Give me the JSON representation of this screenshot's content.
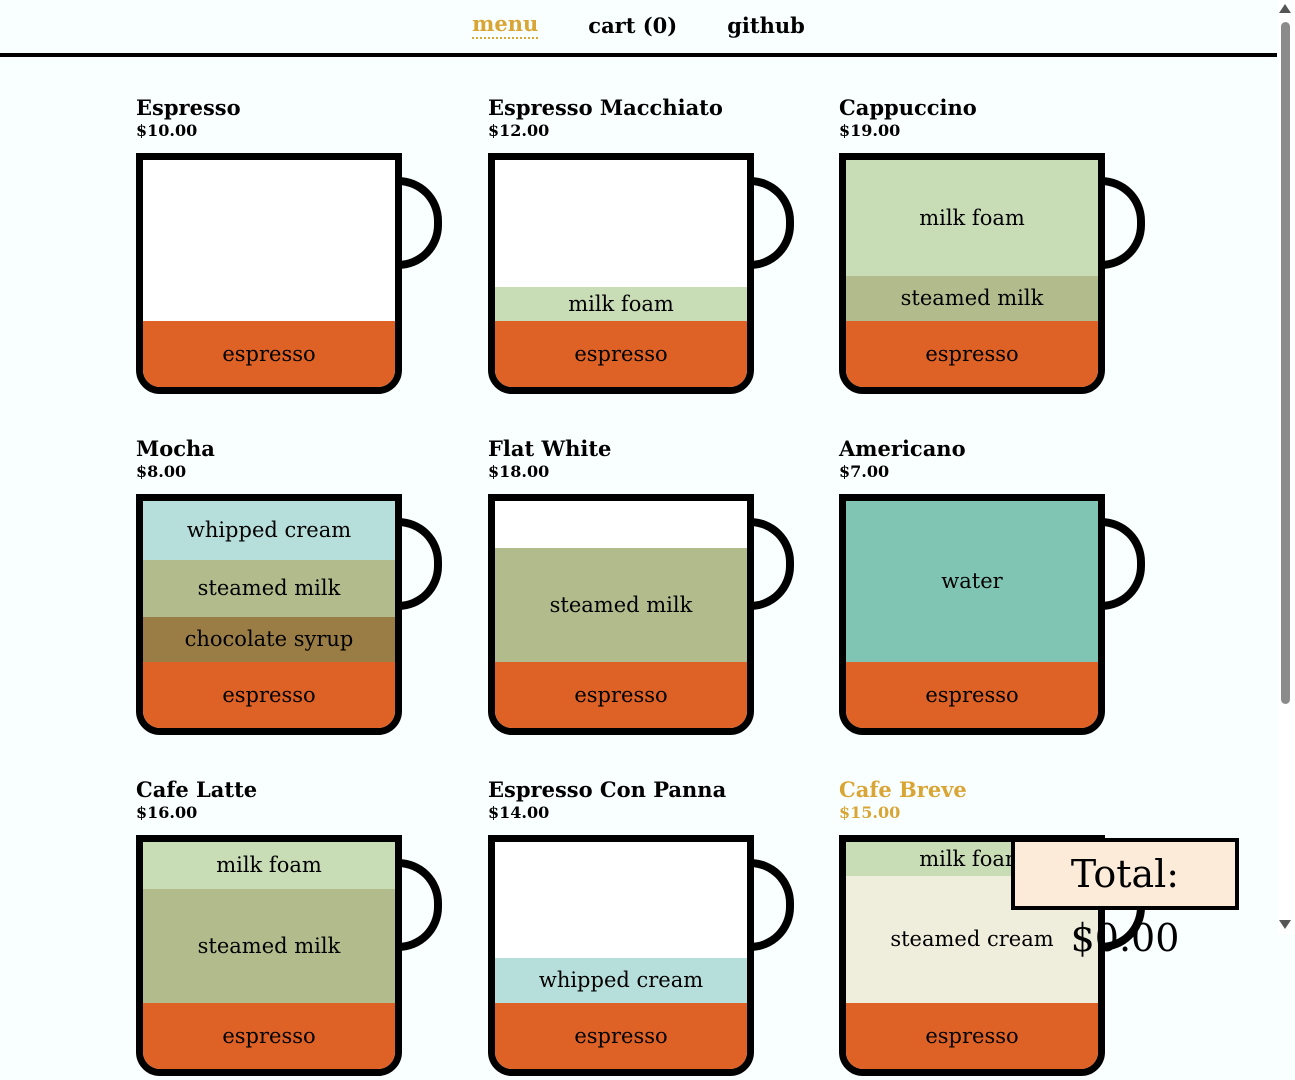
{
  "nav": {
    "menu": "menu",
    "cart": "cart (0)",
    "github": "github"
  },
  "colors": {
    "accent": "#d9a636",
    "espresso": "#de6126",
    "milk_foam": "#c8dcb5",
    "steamed_milk": "#b1bb8c",
    "whipped_cream": "#b6dedb",
    "chocolate_syrup": "#9a7d45",
    "water": "#80c5b3",
    "steamed_cream": "#efeddb",
    "cup_empty": "#ffffff"
  },
  "menu": [
    {
      "name": "Espresso",
      "price": "$10.00",
      "layers": [
        {
          "label": "espresso",
          "color": "espresso",
          "height": 0.29
        }
      ]
    },
    {
      "name": "Espresso Macchiato",
      "price": "$12.00",
      "layers": [
        {
          "label": "espresso",
          "color": "espresso",
          "height": 0.29
        },
        {
          "label": "milk foam",
          "color": "milk_foam",
          "height": 0.15
        }
      ]
    },
    {
      "name": "Cappuccino",
      "price": "$19.00",
      "layers": [
        {
          "label": "espresso",
          "color": "espresso",
          "height": 0.29
        },
        {
          "label": "steamed milk",
          "color": "steamed_milk",
          "height": 0.2
        },
        {
          "label": "milk foam",
          "color": "milk_foam",
          "height": 0.51
        }
      ]
    },
    {
      "name": "Mocha",
      "price": "$8.00",
      "layers": [
        {
          "label": "espresso",
          "color": "espresso",
          "height": 0.29
        },
        {
          "label": "chocolate syrup",
          "color": "chocolate_syrup",
          "height": 0.2
        },
        {
          "label": "steamed milk",
          "color": "steamed_milk",
          "height": 0.25
        },
        {
          "label": "whipped cream",
          "color": "whipped_cream",
          "height": 0.26
        }
      ]
    },
    {
      "name": "Flat White",
      "price": "$18.00",
      "layers": [
        {
          "label": "espresso",
          "color": "espresso",
          "height": 0.29
        },
        {
          "label": "steamed milk",
          "color": "steamed_milk",
          "height": 0.5
        }
      ]
    },
    {
      "name": "Americano",
      "price": "$7.00",
      "layers": [
        {
          "label": "espresso",
          "color": "espresso",
          "height": 0.29
        },
        {
          "label": "water",
          "color": "water",
          "height": 0.71
        }
      ]
    },
    {
      "name": "Cafe Latte",
      "price": "$16.00",
      "layers": [
        {
          "label": "espresso",
          "color": "espresso",
          "height": 0.29
        },
        {
          "label": "steamed milk",
          "color": "steamed_milk",
          "height": 0.5
        },
        {
          "label": "milk foam",
          "color": "milk_foam",
          "height": 0.21
        }
      ]
    },
    {
      "name": "Espresso Con Panna",
      "price": "$14.00",
      "layers": [
        {
          "label": "espresso",
          "color": "espresso",
          "height": 0.29
        },
        {
          "label": "whipped cream",
          "color": "whipped_cream",
          "height": 0.2
        }
      ]
    },
    {
      "name": "Cafe Breve",
      "price": "$15.00",
      "active": true,
      "layers": [
        {
          "label": "espresso",
          "color": "espresso",
          "height": 0.29
        },
        {
          "label": "steamed cream",
          "color": "steamed_cream",
          "height": 0.56
        },
        {
          "label": "milk foam",
          "color": "milk_foam",
          "height": 0.15
        }
      ]
    }
  ],
  "total": "Total: $0.00"
}
